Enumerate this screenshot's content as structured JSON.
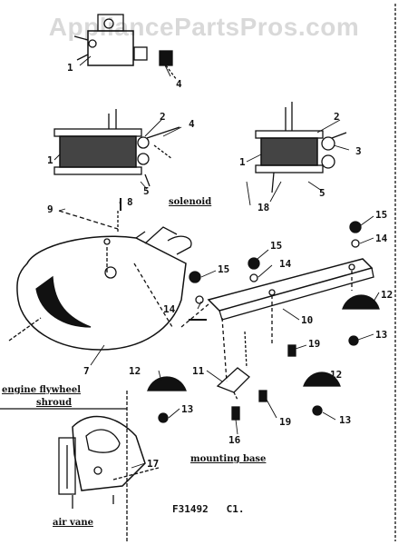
{
  "watermark": "AppliancePartsPros.com",
  "diagram_code": "F31492   C1.",
  "labels": {
    "solenoid": "solenoid",
    "engine_flywheel_shroud_line1": "engine flywheel",
    "engine_flywheel_shroud_line2": "shroud",
    "mounting_base": "mounting base",
    "air_vane": "air vane"
  },
  "callouts": {
    "c1a": "1",
    "c4a": "4",
    "c2a": "2",
    "c4b": "4",
    "c1b": "1",
    "c5a": "5",
    "c2b": "2",
    "c3b": "3",
    "c1c": "1",
    "c5b": "5",
    "c18": "18",
    "c9": "9",
    "c8": "8",
    "c7": "7",
    "c15a": "15",
    "c14a": "14",
    "c15b": "15",
    "c14b": "14",
    "c15c": "15",
    "c14c": "14",
    "c12a": "12",
    "c10": "10",
    "c13a": "13",
    "c19a": "19",
    "c12b": "12",
    "c11": "11",
    "c12c": "12",
    "c13b": "13",
    "c19b": "19",
    "c16": "16",
    "c13c": "13",
    "c17": "17"
  }
}
